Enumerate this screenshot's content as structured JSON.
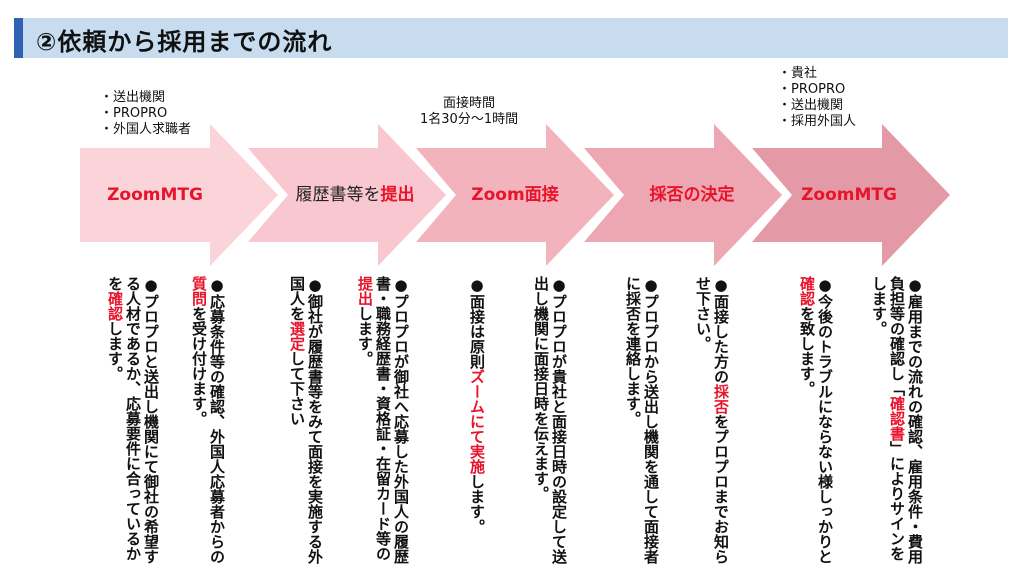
{
  "title": "②依頼から採用までの流れ",
  "colors": {
    "title_band": "#c7dcef",
    "title_accent": "#2f61b5",
    "highlight": "#e8142b",
    "arrows": [
      "#fbd4da",
      "#f8c7cf",
      "#f2b3bd",
      "#eca7b2",
      "#e49aa6"
    ]
  },
  "top_notes": {
    "step1": "・送出機関\n・PROPRO\n・外国人求職者",
    "step3": "面接時間\n1名30分～1時間",
    "step5": "・貴社\n・PROPRO\n・送出機関\n・採用外国人"
  },
  "steps": [
    {
      "label": "ZoomMTG"
    },
    {
      "label_plain": "履歴書等を",
      "label_highlight": "提出"
    },
    {
      "label": "Zoom面接"
    },
    {
      "label": "採否の決定"
    },
    {
      "label": "ZoomMTG"
    }
  ],
  "columns": [
    {
      "segments": [
        "●応募条件等の確認、外国人応募者からの",
        "質問",
        "を受け付けます。"
      ]
    },
    {
      "segments": [
        "●プロプロと送出し機関にて御社の希望する人材であるか、応募要件に合っているかを",
        "確認",
        "します。"
      ]
    },
    {
      "segments": [
        "●プロプロが御社へ応募した外国人の履歴書・職務経歴書・資格証・在留カード等の",
        "提出",
        "します。"
      ]
    },
    {
      "segments": [
        "●御社が履歴書等をみて面接を実施する外国人を",
        "選定",
        "して下さい"
      ]
    },
    {
      "segments": [
        "●プロプロが貴社と面接日時の設定して送出し機関に面接日時を伝えます。"
      ]
    },
    {
      "segments": [
        "●面接は原則",
        "ズームにて実施",
        "します。"
      ]
    },
    {
      "segments": [
        "●面接した方の",
        "採否",
        "をプロプロまでお知らせ下さい。"
      ]
    },
    {
      "segments": [
        "●プロプロから送出し機関を通して面接者に採否を連絡します。"
      ]
    },
    {
      "segments": [
        "●雇用までの流れの確認、雇用条件・費用負担等の確認し「",
        "確認書",
        "」によりサインをします。"
      ]
    },
    {
      "segments": [
        "●今後のトラブルにならない様しっかりと",
        "確認",
        "を致します。"
      ]
    }
  ]
}
